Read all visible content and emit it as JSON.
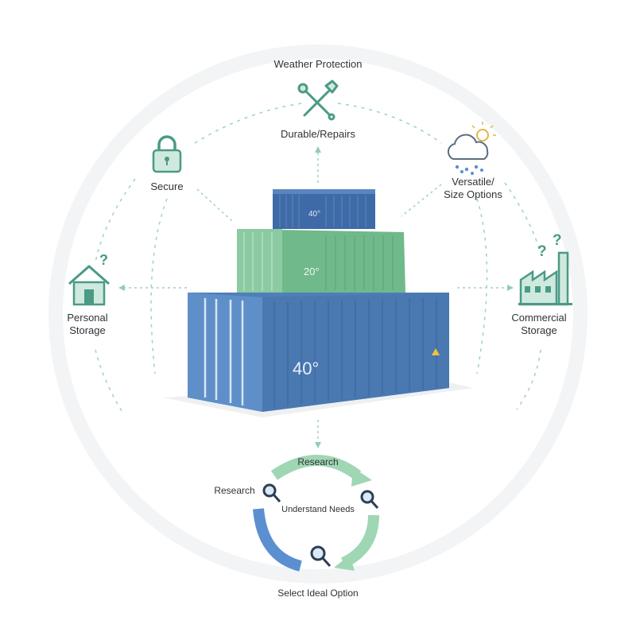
{
  "labels": {
    "weather_protection": "Weather Protection",
    "durable_repairs": "Durable/Repairs",
    "secure": "Secure",
    "versatile_line1": "Versatile/",
    "versatile_line2": "Size Options",
    "personal_line1": "Personal",
    "personal_line2": "Storage",
    "commercial_line1": "Commercial",
    "commercial_line2": "Storage"
  },
  "containers": {
    "top_label": "40°",
    "middle_label": "20°",
    "bottom_label": "40°"
  },
  "cycle": {
    "top": "Research",
    "left": "Research",
    "center": "Understand Needs",
    "bottom": "Select Ideal Option"
  },
  "colors": {
    "teal_icon": "#4a9a86",
    "dashed_line": "#9fd3c0",
    "container_blue": "#4f7fb8",
    "container_green": "#6fb98a",
    "container_navy": "#3f6aa8",
    "cycle_green": "#9fd6b4",
    "cycle_blue": "#5b8fd0"
  },
  "icons": {
    "tools": "wrench-hammer-icon",
    "lock": "padlock-icon",
    "weather": "cloud-rain-sun-icon",
    "home": "house-question-icon",
    "factory": "factory-question-icon",
    "magnifier": "magnifier-icon"
  }
}
